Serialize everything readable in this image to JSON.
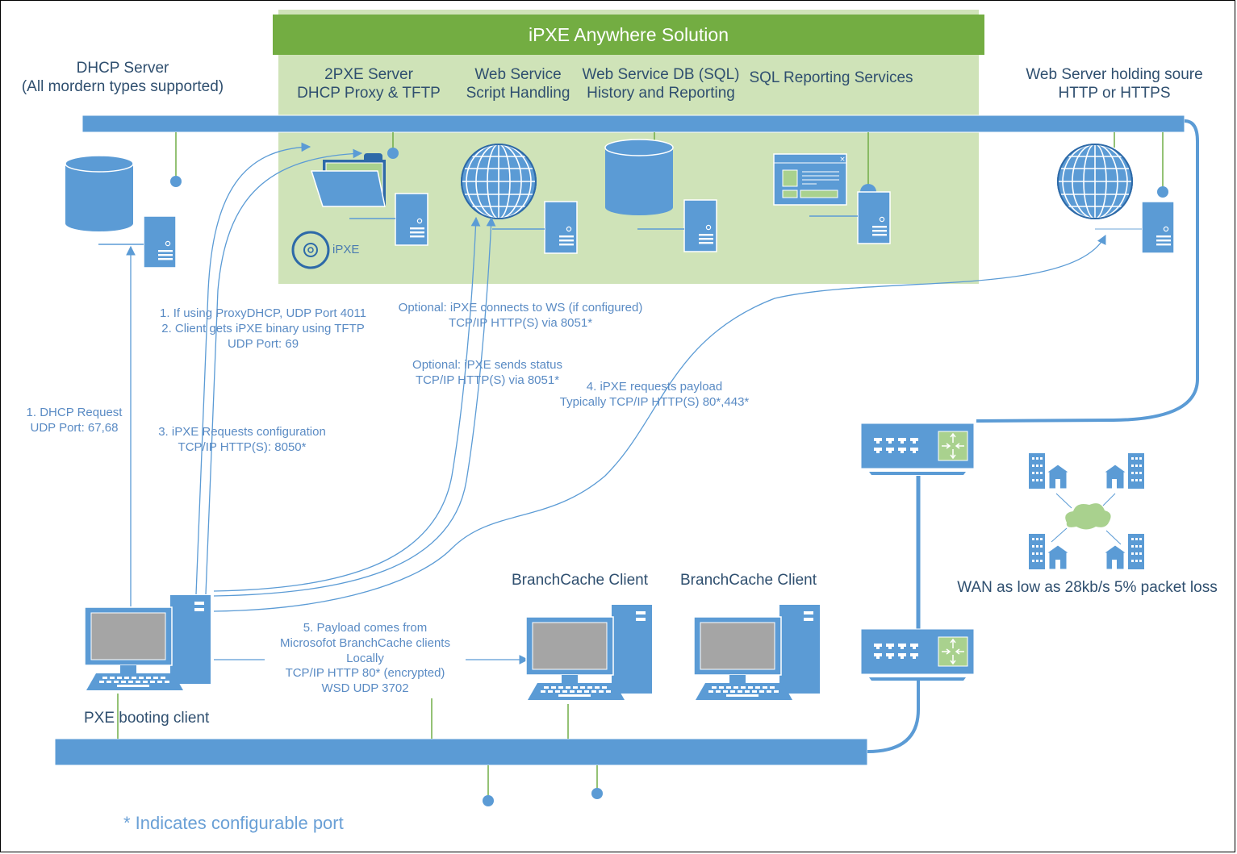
{
  "title": "iPXE Anywhere Solution",
  "colors": {
    "blue": "#5b9bd5",
    "dark_blue": "#2e6aa8",
    "green_bar": "#73ad42",
    "green_panel": "#cfe3b8",
    "green_light": "#a9d18e",
    "screen_gray": "#a5a5a5",
    "label_text": "#2f4f6f",
    "note_text": "#5a8bc4"
  },
  "nodes": {
    "dhcp_server": "DHCP Server\n(All mordern types supported)",
    "pxe2_server": "2PXE Server\nDHCP Proxy & TFTP",
    "web_service": "Web Service\nScript Handling",
    "web_service_db": "Web Service DB (SQL)\nHistory and Reporting",
    "sql_reporting": "SQL Reporting Services",
    "web_server": "Web Server holding soure\nHTTP or HTTPS",
    "ipxe_badge": "iPXE",
    "pxe_client": "PXE booting client",
    "branchcache_client_1": "BranchCache Client",
    "branchcache_client_2": "BranchCache Client",
    "wan": "WAN as low as 28kb/s 5% packet loss"
  },
  "flows": {
    "dhcp_request": "1. DHCP Request\nUDP Port: 67,68",
    "proxy_tftp": "1. If using ProxyDHCP, UDP Port 4011\n2. Client gets iPXE binary using TFTP\nUDP Port: 69",
    "ipxe_config": "3. iPXE Requests configuration\nTCP/IP HTTP(S): 8050*",
    "ws_connect": "Optional: iPXE connects to WS (if configured)\nTCP/IP HTTP(S) via 8051*",
    "ws_status": "Optional: iPXE sends status\nTCP/IP HTTP(S) via 8051*",
    "payload_request": "4. iPXE requests payload\nTypically TCP/IP HTTP(S) 80*,443*",
    "branchcache_payload": "5. Payload comes from\nMicrosofot BranchCache clients\nLocally\nTCP/IP HTTP 80* (encrypted)\nWSD UDP 3702"
  },
  "footnote": "* Indicates configurable port"
}
